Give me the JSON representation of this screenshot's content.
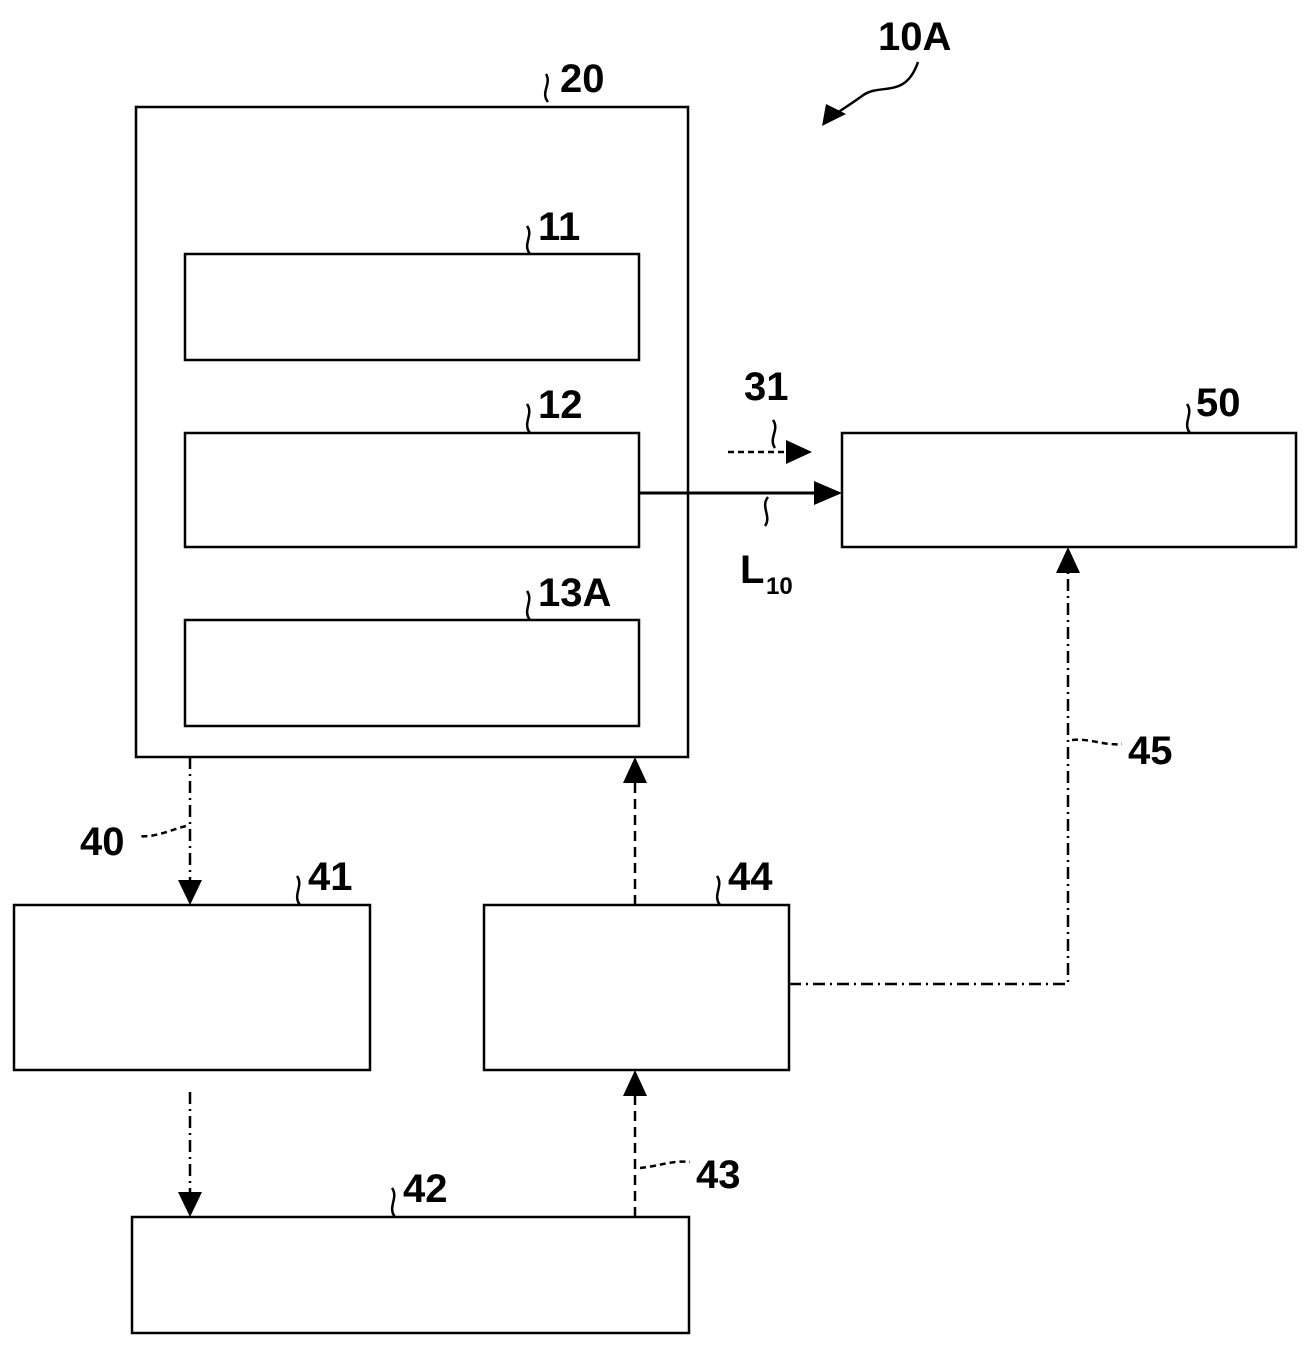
{
  "figure": {
    "system_label": "10A"
  },
  "blocks": {
    "outer_unit": "20",
    "sub_block_top": "11",
    "sub_block_middle": "12",
    "sub_block_bottom": "13A",
    "target_block": "50",
    "lower_left_block": "41",
    "bottom_block": "42",
    "lower_right_block": "44"
  },
  "connections": {
    "arrow_31": "31",
    "beam_main": "L",
    "beam_subscript": "10",
    "path_40": "40",
    "path_43": "43",
    "path_45": "45"
  }
}
